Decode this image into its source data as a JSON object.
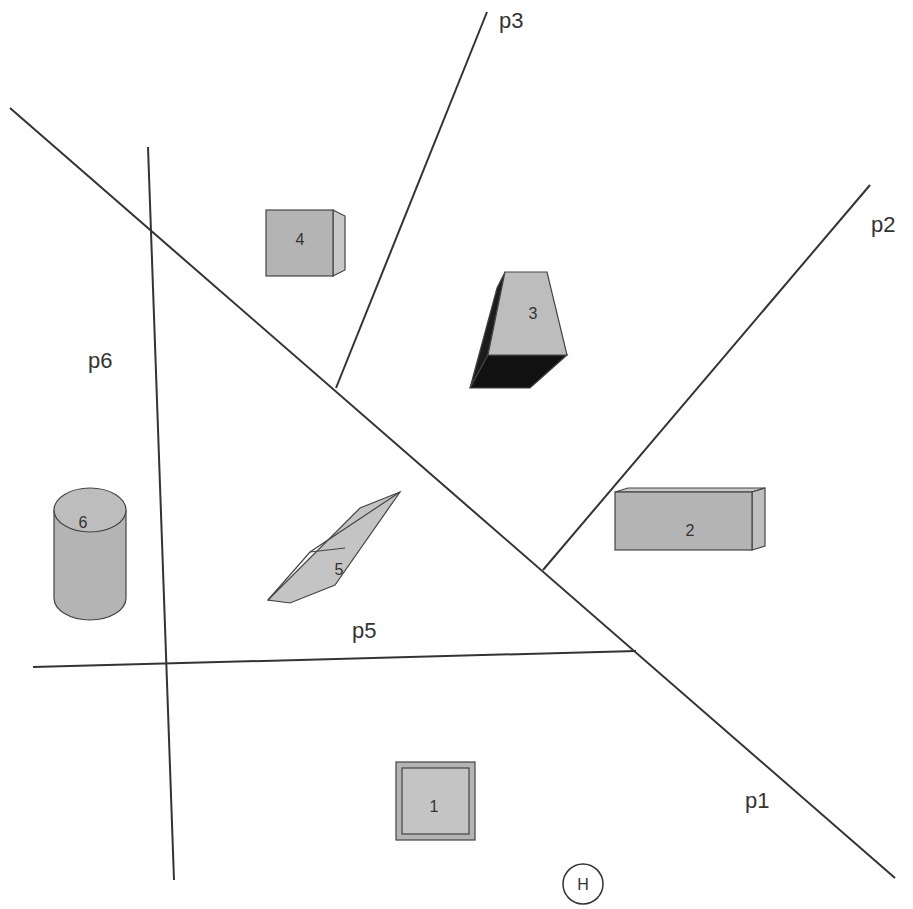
{
  "diagram": {
    "nodes": [
      {
        "text": [
          "4"
        ]
      },
      {
        "text": [
          "3"
        ]
      },
      {
        "text": [
          "6"
        ]
      },
      {
        "text": [
          "5"
        ]
      },
      {
        "text": [
          "2"
        ]
      },
      {
        "text": [
          "1"
        ]
      },
      {
        "text": [
          "H"
        ]
      }
    ],
    "labels": [
      "p3",
      "p2",
      "p6",
      "p5",
      "p1"
    ]
  }
}
